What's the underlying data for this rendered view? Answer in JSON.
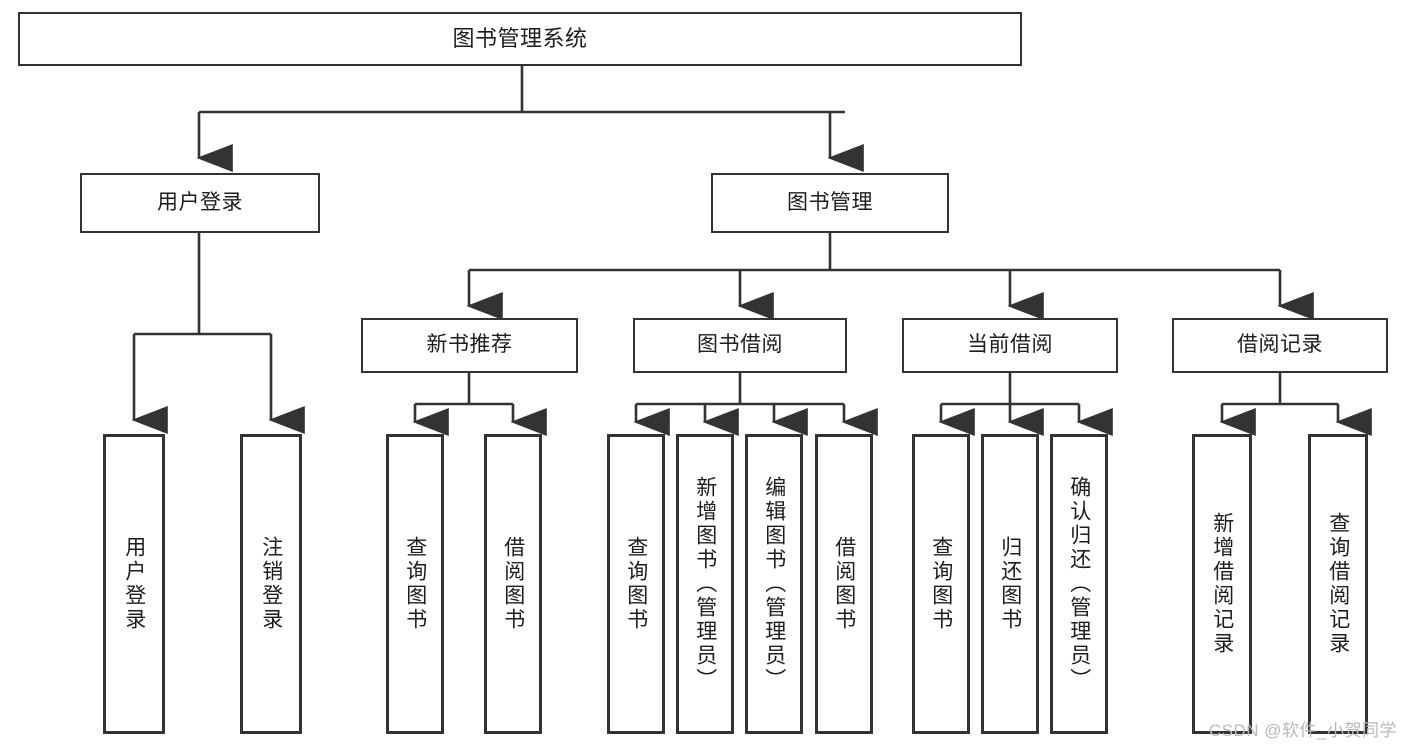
{
  "diagram": {
    "type": "tree",
    "title": "图书管理系统",
    "watermark": "CSDN @软件_小贺同学",
    "colors": {
      "stroke": "#333333",
      "fill": "#ffffff",
      "text": "#1d1d1d",
      "watermark": "#b9b9b9"
    },
    "nodes": {
      "root": {
        "label": "图书管理系统"
      },
      "level2": [
        {
          "id": "user-login",
          "label": "用户登录"
        },
        {
          "id": "book-management",
          "label": "图书管理"
        }
      ],
      "level3": [
        {
          "id": "new-book-recommend",
          "label": "新书推荐"
        },
        {
          "id": "book-borrow",
          "label": "图书借阅"
        },
        {
          "id": "current-borrow",
          "label": "当前借阅"
        },
        {
          "id": "borrow-record",
          "label": "借阅记录"
        }
      ],
      "leaves": [
        {
          "id": "leaf-user-login",
          "label": "用户登录",
          "parent": "user-login"
        },
        {
          "id": "leaf-logout",
          "label": "注销登录",
          "parent": "user-login"
        },
        {
          "id": "leaf-query-book-1",
          "label": "查询图书",
          "parent": "new-book-recommend"
        },
        {
          "id": "leaf-borrow-book-1",
          "label": "借阅图书",
          "parent": "new-book-recommend"
        },
        {
          "id": "leaf-query-book-2",
          "label": "查询图书",
          "parent": "book-borrow"
        },
        {
          "id": "leaf-add-book",
          "label": "新增图书（管理员）",
          "parent": "book-borrow"
        },
        {
          "id": "leaf-edit-book",
          "label": "编辑图书（管理员）",
          "parent": "book-borrow"
        },
        {
          "id": "leaf-borrow-book-2",
          "label": "借阅图书",
          "parent": "book-borrow"
        },
        {
          "id": "leaf-query-book-3",
          "label": "查询图书",
          "parent": "current-borrow"
        },
        {
          "id": "leaf-return-book",
          "label": "归还图书",
          "parent": "current-borrow"
        },
        {
          "id": "leaf-confirm-return",
          "label": "确认归还（管理员）",
          "parent": "current-borrow"
        },
        {
          "id": "leaf-add-record",
          "label": "新增借阅记录",
          "parent": "borrow-record"
        },
        {
          "id": "leaf-query-record",
          "label": "查询借阅记录",
          "parent": "borrow-record"
        }
      ]
    }
  }
}
